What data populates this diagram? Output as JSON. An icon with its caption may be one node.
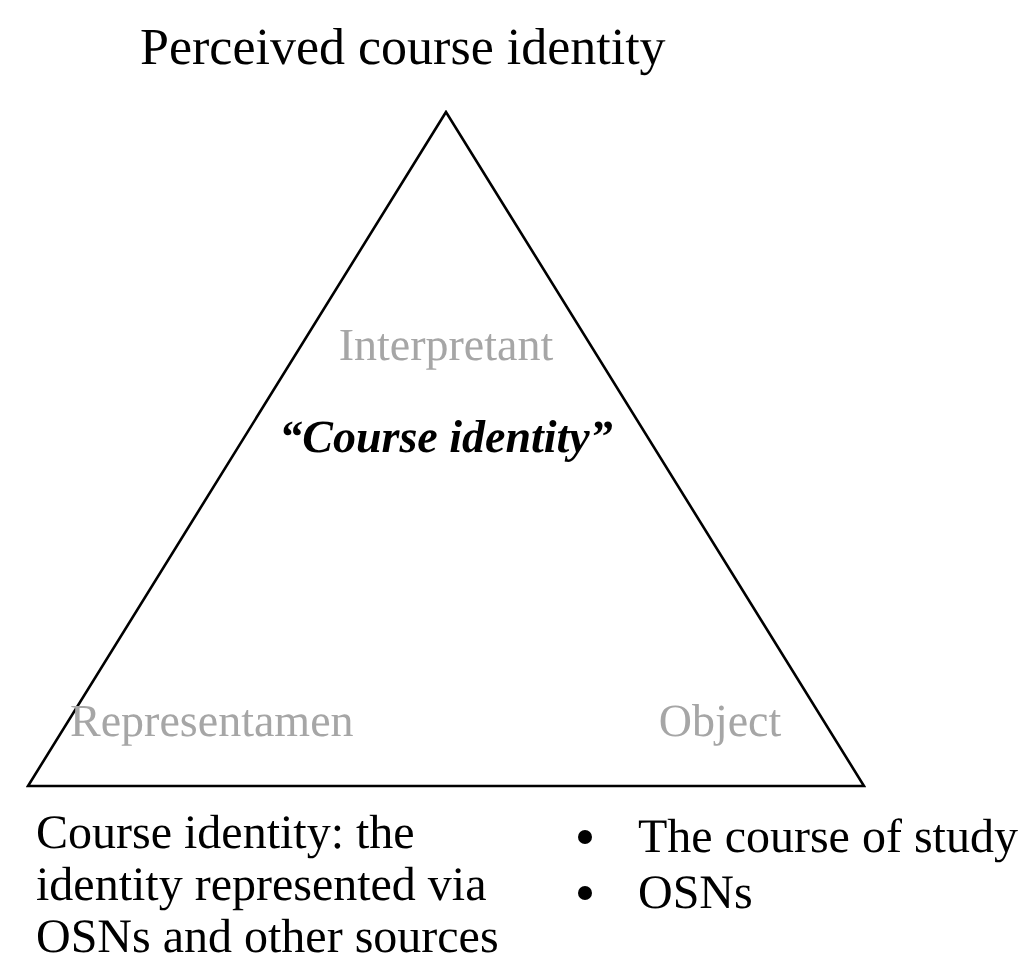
{
  "diagram": {
    "nodes": [
      {
        "text": [
          "Interpretant",
          "“Course identity”",
          "Representamen",
          "Object"
        ]
      }
    ],
    "edges": [],
    "labels": [
      "Perceived course identity",
      "Course identity: the identity represented via OSNs and other sources",
      "The course of study",
      "OSNs"
    ]
  }
}
